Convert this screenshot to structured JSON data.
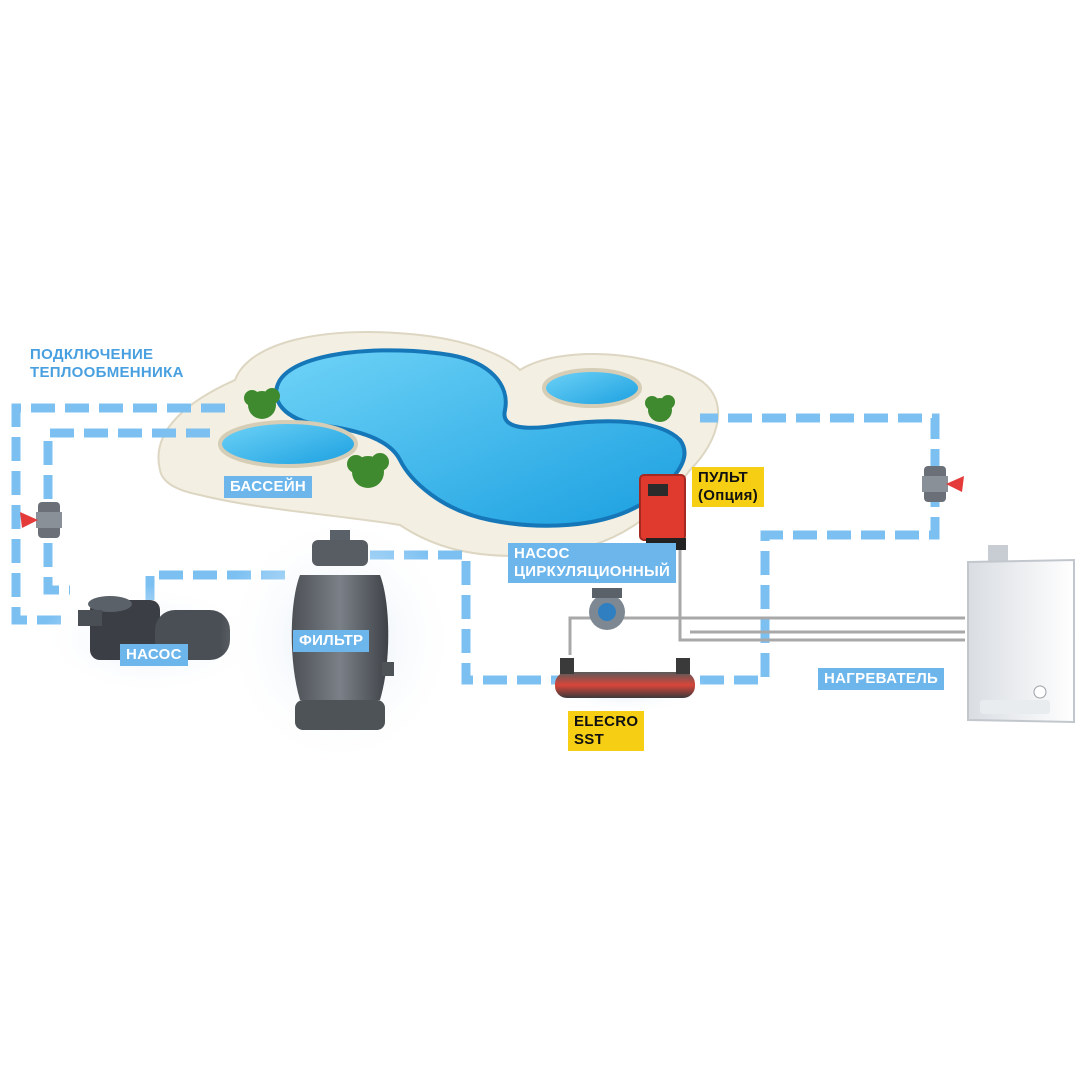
{
  "labels": {
    "heat_exchanger_connection": [
      "ПОДКЛЮЧЕНИЕ",
      "ТЕПЛООБМЕННИКА"
    ],
    "pool": "БАССЕЙН",
    "control_panel": [
      "ПУЛЬТ",
      "(Опция)"
    ],
    "circulation_pump": [
      "НАСОС",
      "ЦИРКУЛЯЦИОННЫЙ"
    ],
    "pump": "НАСОС",
    "filter": "ФИЛЬТР",
    "heater": "НАГРЕВАТЕЛЬ",
    "elecro": [
      "ELECRO",
      "SST"
    ]
  },
  "colors": {
    "pipe": "#7cc0f2",
    "label_blue": "#6db6ec",
    "label_yellow": "#f6cf14",
    "pool_water": "#29b3ec",
    "pool_deck": "#f3efe2",
    "wire": "#a8a8a8",
    "valve_handle": "#e43a3a",
    "control_box": "#e03a2e"
  }
}
